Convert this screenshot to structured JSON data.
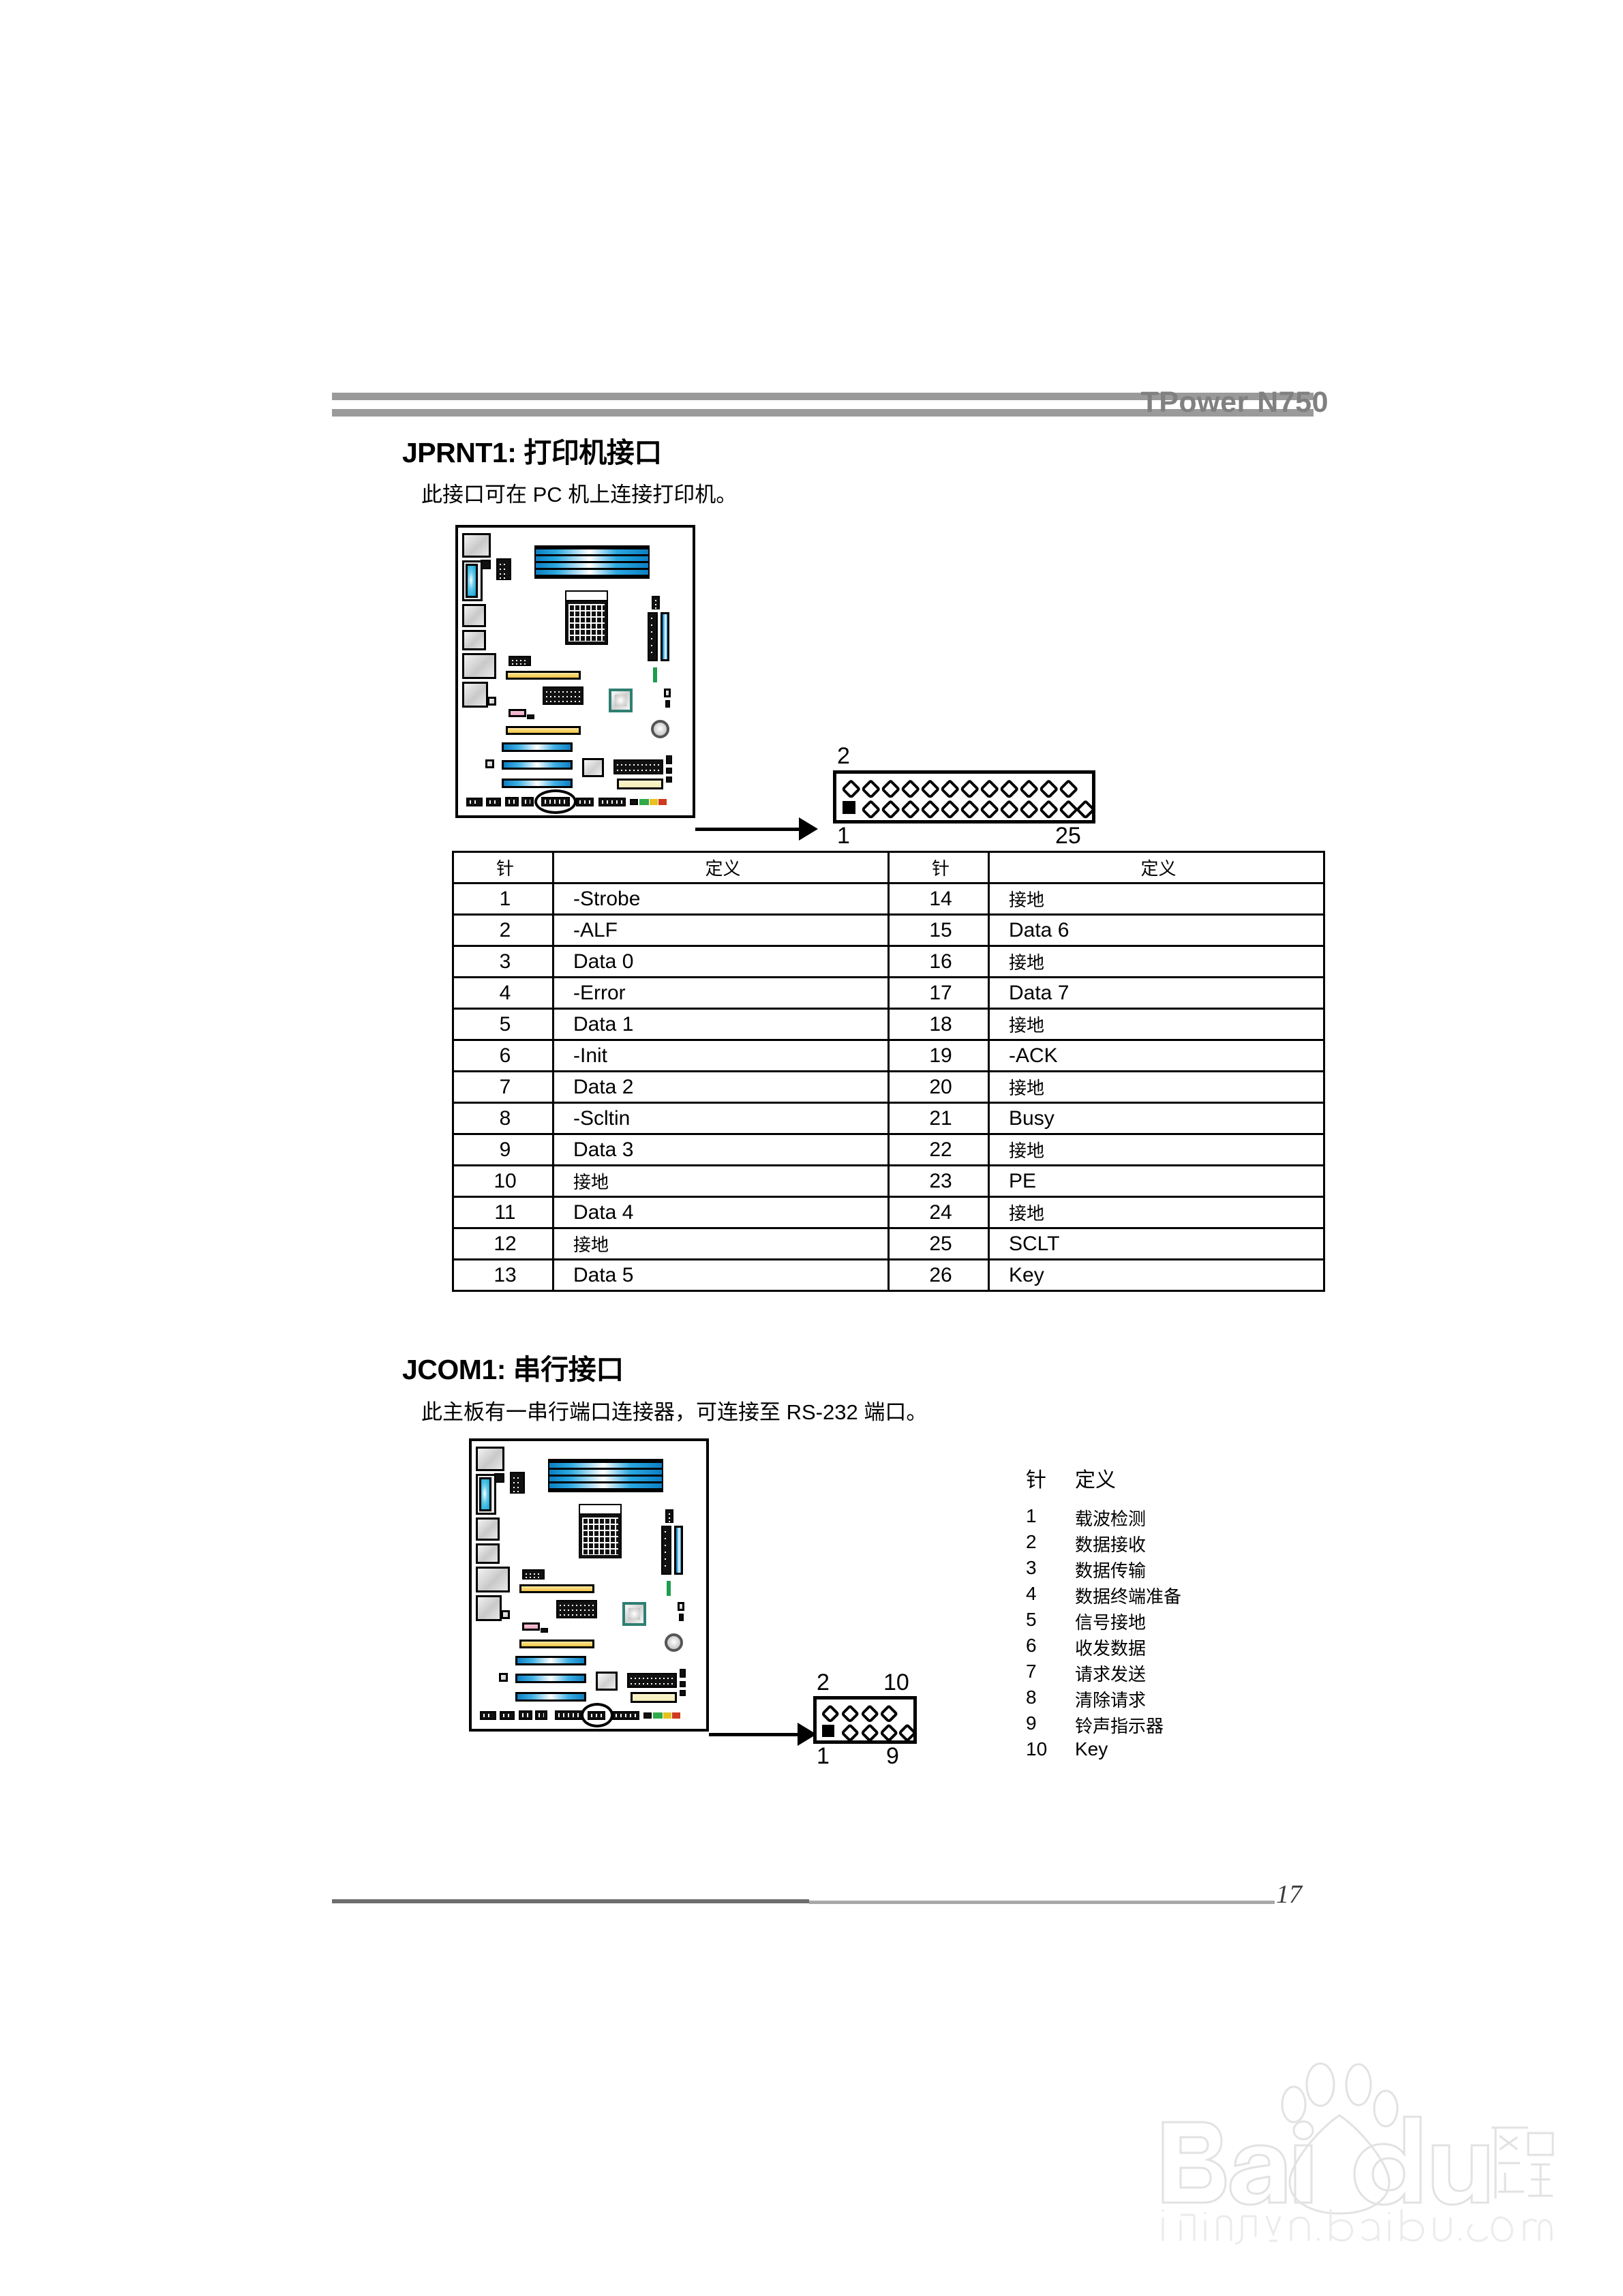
{
  "header": {
    "title": "TPower  N750"
  },
  "sections": {
    "jprnt1": {
      "title": "JPRNT1: 打印机接口",
      "description": "此接口可在 PC 机上连接打印机。",
      "connector": {
        "label_top_left": "2",
        "label_bottom_left": "1",
        "label_bottom_right": "25",
        "top_row_pins": 12,
        "bottom_row_pins": 13
      },
      "table": {
        "headers": [
          "针",
          "定义",
          "针",
          "定义"
        ],
        "rows": [
          [
            "1",
            "-Strobe",
            "14",
            "接地"
          ],
          [
            "2",
            "-ALF",
            "15",
            "Data 6"
          ],
          [
            "3",
            "Data 0",
            "16",
            "接地"
          ],
          [
            "4",
            "-Error",
            "17",
            "Data 7"
          ],
          [
            "5",
            "Data 1",
            "18",
            "接地"
          ],
          [
            "6",
            "-Init",
            "19",
            "-ACK"
          ],
          [
            "7",
            "Data 2",
            "20",
            "接地"
          ],
          [
            "8",
            "-Scltin",
            "21",
            "Busy"
          ],
          [
            "9",
            "Data 3",
            "22",
            "接地"
          ],
          [
            "10",
            "接地",
            "23",
            "PE"
          ],
          [
            "11",
            "Data 4",
            "24",
            "接地"
          ],
          [
            "12",
            "接地",
            "25",
            "SCLT"
          ],
          [
            "13",
            "Data 5",
            "26",
            "Key"
          ]
        ]
      }
    },
    "jcom1": {
      "title": "JCOM1: 串行接口",
      "description": "此主板有一串行端口连接器，可连接至 RS-232 端口。",
      "connector": {
        "label_top_left": "2",
        "label_top_right": "10",
        "label_bottom_left": "1",
        "label_bottom_right": "9",
        "top_row_pins": 4,
        "bottom_row_pins": 5
      },
      "list": {
        "headers": [
          "针",
          "定义"
        ],
        "rows": [
          [
            "1",
            "载波检测"
          ],
          [
            "2",
            "数据接收"
          ],
          [
            "3",
            "数据传输"
          ],
          [
            "4",
            "数据终端准备"
          ],
          [
            "5",
            "信号接地"
          ],
          [
            "6",
            "收发数据"
          ],
          [
            "7",
            "请求发送"
          ],
          [
            "8",
            "清除请求"
          ],
          [
            "9",
            "铃声指示器"
          ],
          [
            "10",
            "Key"
          ]
        ]
      }
    }
  },
  "footer": {
    "page_number": "17"
  },
  "watermark": {
    "brand": "Baidu",
    "brand_cn": "经验",
    "url": "jingyan.baidu.com"
  },
  "colors": {
    "header_rule": "#9a9a9a",
    "header_title": "#808080",
    "pcie_blue": "#0e7ec2",
    "pci_yellow": "#f7d46a",
    "socket_teal": "#2f7f72",
    "footer_rule": "#6e6e6e"
  }
}
